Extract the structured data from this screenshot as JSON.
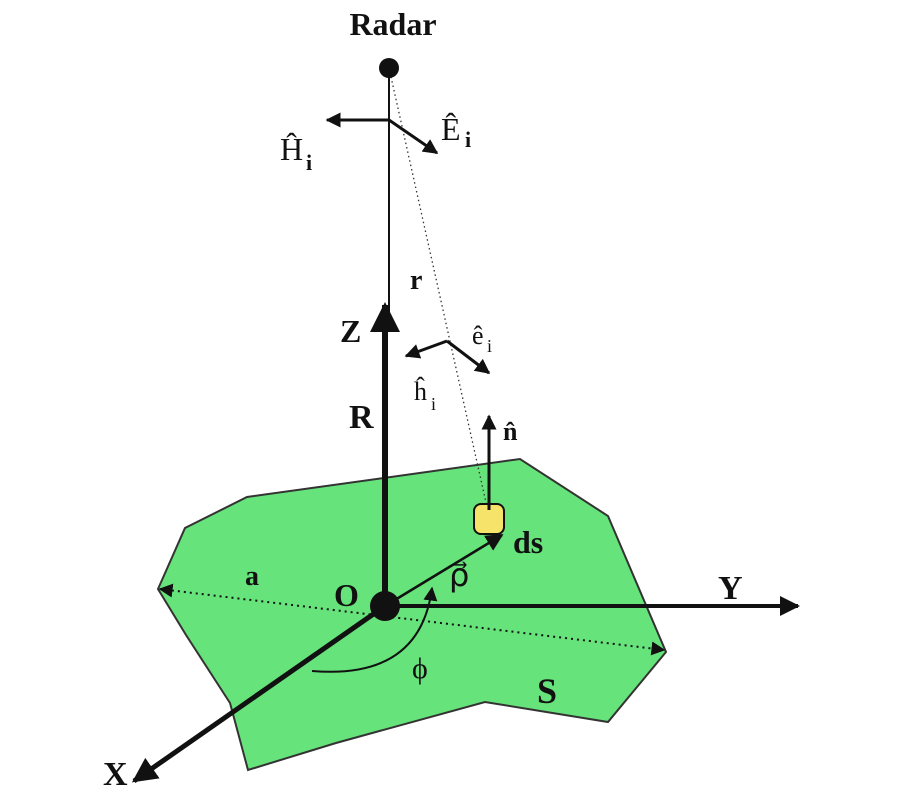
{
  "diagram": {
    "labels": {
      "radar": "Radar",
      "H_i": "Ĥ",
      "H_i_sub": "i",
      "E_i": "Ê",
      "E_i_sub": "i",
      "r": "r",
      "Z": "Z",
      "e_i": "ê",
      "e_i_sub": "i",
      "h_i": "ĥ",
      "h_i_sub": "i",
      "R": "R",
      "n": "n̂",
      "ds": "ds",
      "a": "a",
      "O": "O",
      "rho": "ρ⃗",
      "Y": "Y",
      "phi": "ϕ",
      "S": "S",
      "X": "X"
    },
    "colors": {
      "surface_fill": "#66e37a",
      "surface_stroke": "#333333",
      "patch_fill": "#f6e36a",
      "ink": "#111111"
    }
  }
}
